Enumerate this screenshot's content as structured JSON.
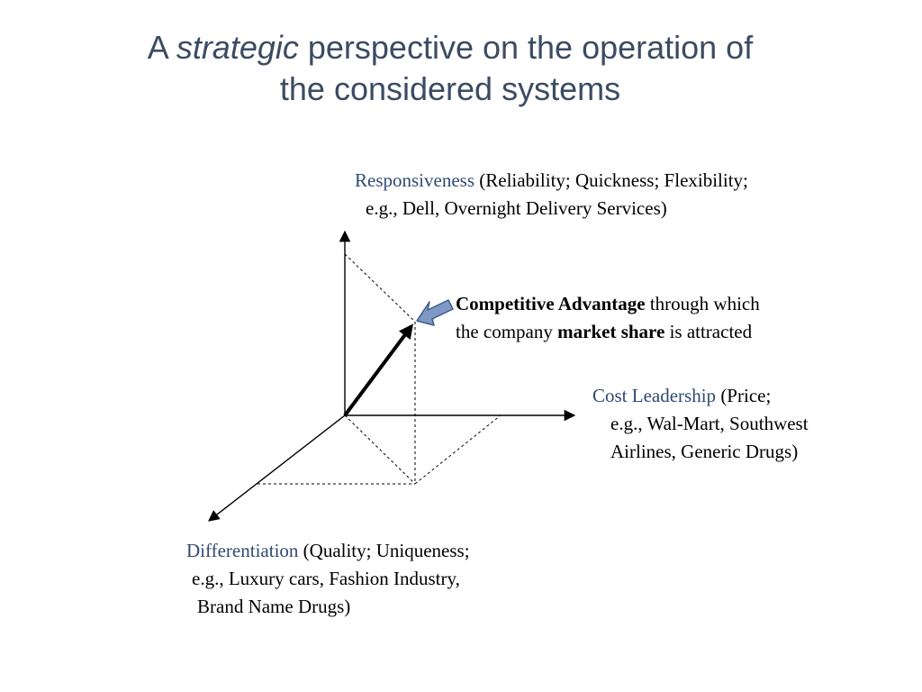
{
  "title": {
    "prefix": "A ",
    "emph": "strategic",
    "rest": " perspective on the operation of",
    "line2": "the considered systems"
  },
  "axes": {
    "responsiveness": {
      "name": "Responsiveness",
      "line1": " (Reliability; Quickness; Flexibility;",
      "line2": "e.g., Dell, Overnight Delivery Services)"
    },
    "cost_leadership": {
      "name": "Cost Leadership",
      "line1": " (Price;",
      "line2": "e.g., Wal-Mart, Southwest",
      "line3": "Airlines, Generic Drugs)"
    },
    "differentiation": {
      "name": "Differentiation",
      "line1": " (Quality; Uniqueness;",
      "line2": "e.g., Luxury cars, Fashion Industry,",
      "line3": "Brand Name Drugs)"
    }
  },
  "advantage": {
    "bold1": "Competitive Advantage",
    "text1": " through which",
    "text2": "the company ",
    "bold2": "market share",
    "text3": " is attracted"
  },
  "colors": {
    "title": "#3b4b62",
    "axis_name": "#2f4a73",
    "callout_fill": "#7f99c6",
    "callout_stroke": "#3d5a8a"
  }
}
